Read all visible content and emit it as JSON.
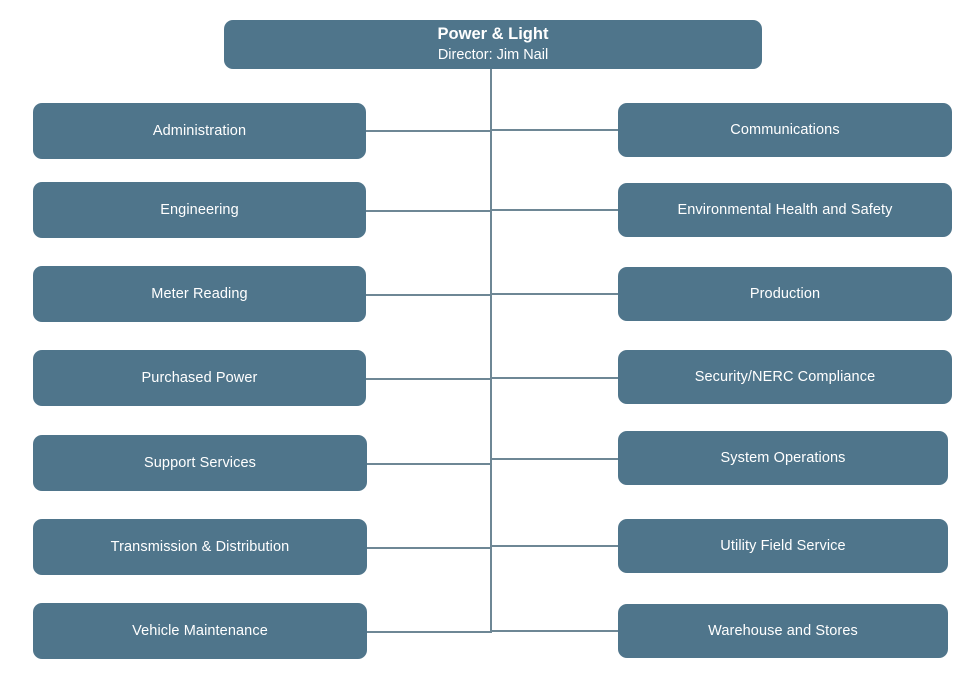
{
  "chart": {
    "type": "org-chart",
    "background_color": "#ffffff",
    "node_fill_color": "#4F758B",
    "node_text_color": "#ffffff",
    "connector_color": "#6E8795"
  },
  "root": {
    "title": "Power & Light",
    "subtitle": "Director: Jim Nail"
  },
  "rows": [
    {
      "left": "Administration",
      "right": "Communications"
    },
    {
      "left": "Engineering",
      "right": "Environmental Health and Safety"
    },
    {
      "left": "Meter Reading",
      "right": "Production"
    },
    {
      "left": "Purchased Power",
      "right": "Security/NERC Compliance"
    },
    {
      "left": "Support Services",
      "right": "System Operations"
    },
    {
      "left": "Transmission & Distribution",
      "right": "Utility Field Service"
    },
    {
      "left": "Vehicle Maintenance",
      "right": "Warehouse and Stores"
    }
  ]
}
